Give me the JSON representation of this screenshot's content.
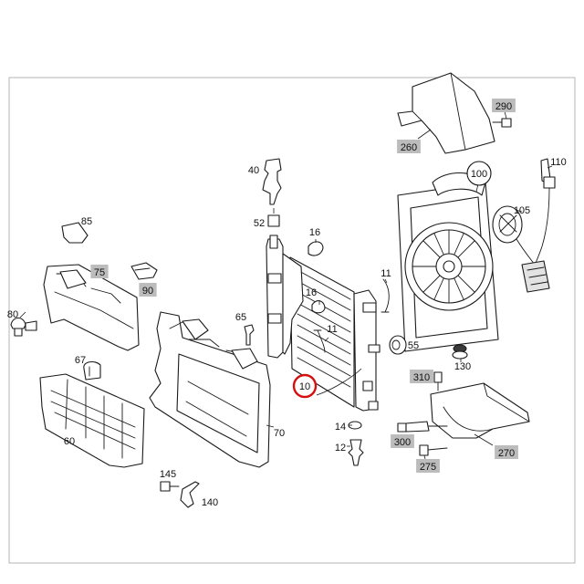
{
  "diagram": {
    "parts": [
      {
        "id": "10",
        "label": "10",
        "style": "highlight"
      },
      {
        "id": "11a",
        "label": "11",
        "style": "plain"
      },
      {
        "id": "11b",
        "label": "11",
        "style": "plain"
      },
      {
        "id": "12",
        "label": "12",
        "style": "plain"
      },
      {
        "id": "14",
        "label": "14",
        "style": "plain"
      },
      {
        "id": "16a",
        "label": "16",
        "style": "plain"
      },
      {
        "id": "16b",
        "label": "16",
        "style": "plain"
      },
      {
        "id": "40",
        "label": "40",
        "style": "plain"
      },
      {
        "id": "52",
        "label": "52",
        "style": "plain"
      },
      {
        "id": "55",
        "label": "55",
        "style": "plain"
      },
      {
        "id": "60",
        "label": "60",
        "style": "plain"
      },
      {
        "id": "65",
        "label": "65",
        "style": "plain"
      },
      {
        "id": "67",
        "label": "67",
        "style": "plain"
      },
      {
        "id": "70",
        "label": "70",
        "style": "plain"
      },
      {
        "id": "75",
        "label": "75",
        "style": "grey"
      },
      {
        "id": "80",
        "label": "80",
        "style": "plain"
      },
      {
        "id": "85",
        "label": "85",
        "style": "plain"
      },
      {
        "id": "90",
        "label": "90",
        "style": "grey"
      },
      {
        "id": "100",
        "label": "100",
        "style": "circled"
      },
      {
        "id": "105",
        "label": "105",
        "style": "plain"
      },
      {
        "id": "110",
        "label": "110",
        "style": "plain"
      },
      {
        "id": "130",
        "label": "130",
        "style": "plain"
      },
      {
        "id": "140",
        "label": "140",
        "style": "plain"
      },
      {
        "id": "145",
        "label": "145",
        "style": "plain"
      },
      {
        "id": "260",
        "label": "260",
        "style": "grey"
      },
      {
        "id": "270",
        "label": "270",
        "style": "grey"
      },
      {
        "id": "275",
        "label": "275",
        "style": "grey"
      },
      {
        "id": "290",
        "label": "290",
        "style": "grey"
      },
      {
        "id": "300",
        "label": "300",
        "style": "grey"
      },
      {
        "id": "310",
        "label": "310",
        "style": "grey"
      }
    ],
    "colors": {
      "highlight_ring": "#d41010",
      "grey_label_box": "#bcbcbc",
      "line": "#1a1a1a",
      "frame": "#b4b4b4"
    }
  }
}
